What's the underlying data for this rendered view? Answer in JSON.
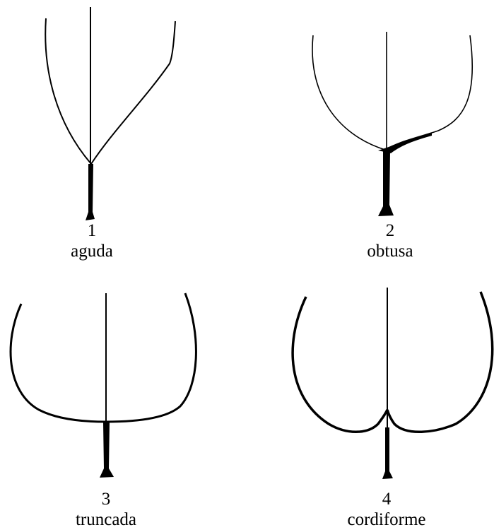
{
  "figures": [
    {
      "number": "1",
      "label": "aguda"
    },
    {
      "number": "2",
      "label": "obtusa"
    },
    {
      "number": "3",
      "label": "truncada"
    },
    {
      "number": "4",
      "label": "cordiforme"
    }
  ],
  "colors": {
    "ink": "#000000",
    "background": "#ffffff"
  }
}
